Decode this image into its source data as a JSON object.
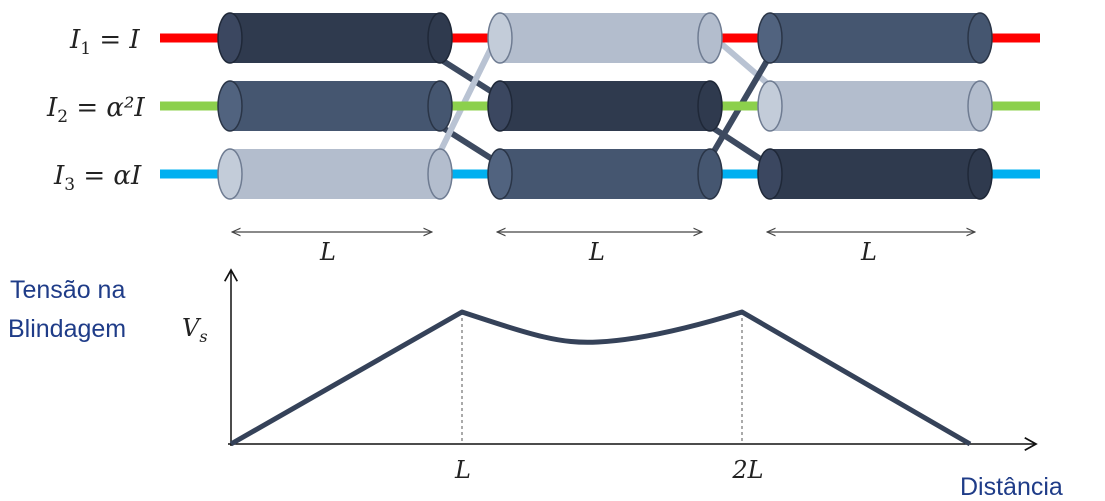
{
  "currents": [
    {
      "label_main": "I",
      "label_sub": "1",
      "label_rest": " = I",
      "wire_color": "#ff0000"
    },
    {
      "label_main": "I",
      "label_sub": "2",
      "label_rest": " = α²I",
      "wire_color": "#8cd04c"
    },
    {
      "label_main": "I",
      "label_sub": "3",
      "label_rest": " = αI",
      "wire_color": "#00b0f0"
    }
  ],
  "segment_label": "L",
  "colors": {
    "dark": "#2f3a4e",
    "mid": "#455670",
    "light": "#b3bdcd",
    "crossover_dark": "#3d4a60",
    "crossover_light": "#b9c3d3",
    "curve": "#354259"
  },
  "graph": {
    "ylabel_line1": "Tensão na",
    "ylabel_line2": "Blindagem",
    "yaxis_symbol": "V",
    "yaxis_symbol_sub": "s",
    "xtick_1": "L",
    "xtick_2": "2L",
    "xlabel": "Distância"
  }
}
